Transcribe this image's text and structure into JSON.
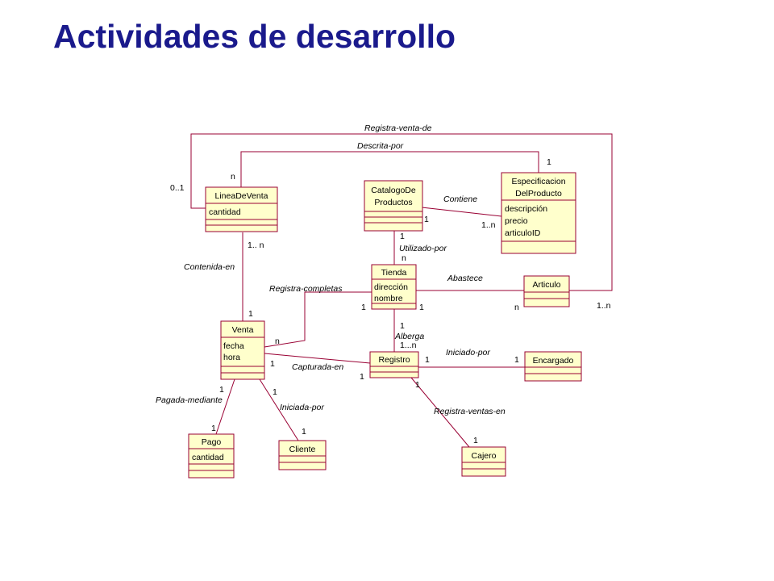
{
  "title": "Actividades de desarrollo",
  "classes": {
    "linea": {
      "name": "LineaDeVenta",
      "attrs": [
        "cantidad"
      ]
    },
    "catalogo": {
      "name_lines": [
        "CatalogoDe",
        "Productos"
      ]
    },
    "especificacion": {
      "name_lines": [
        "Especificacion",
        "DelProducto"
      ],
      "attrs": [
        "descripción",
        "precio",
        "articuloID"
      ]
    },
    "tienda": {
      "name": "Tienda",
      "attrs": [
        "dirección",
        "nombre"
      ]
    },
    "articulo": {
      "name": "Articulo"
    },
    "venta": {
      "name": "Venta",
      "attrs": [
        "fecha",
        "hora"
      ]
    },
    "registro": {
      "name": "Registro"
    },
    "encargado": {
      "name": "Encargado"
    },
    "pago": {
      "name": "Pago",
      "attrs": [
        "cantidad"
      ]
    },
    "cliente": {
      "name": "Cliente"
    },
    "cajero": {
      "name": "Cajero"
    }
  },
  "associations": {
    "registra_venta_de": {
      "label": "Registra-venta-de",
      "mult_a": "0..1",
      "mult_b": "1..n"
    },
    "descrita_por": {
      "label": "Descrita-por",
      "mult_a": "n",
      "mult_b": "1"
    },
    "contiene": {
      "label": "Contiene",
      "mult_a": "1",
      "mult_b": "1..n"
    },
    "utilizado_por": {
      "label": "Utilizado-por",
      "mult_a": "1",
      "mult_b": "n"
    },
    "contenida_en": {
      "label": "Contenida-en",
      "mult_a": "1.. n",
      "mult_b": "1"
    },
    "registra_completas": {
      "label": "Registra-completas",
      "mult_a": "1",
      "mult_b": "n"
    },
    "abastece": {
      "label": "Abastece",
      "mult_a": "1",
      "mult_b": "n"
    },
    "alberga": {
      "label": "Alberga",
      "mult_a": "1",
      "mult_b": "1...n"
    },
    "capturada_en": {
      "label": "Capturada-en",
      "mult_a": "1",
      "mult_b": "1"
    },
    "iniciado_por": {
      "label": "Iniciado-por",
      "mult_a": "1",
      "mult_b": "1"
    },
    "pagada_mediante": {
      "label": "Pagada-mediante",
      "mult_a": "1",
      "mult_b": "1"
    },
    "iniciada_por": {
      "label": "Iniciada-por",
      "mult_a": "1",
      "mult_b": "1"
    },
    "registra_ventas_en": {
      "label": "Registra-ventas-en",
      "mult_a": "1",
      "mult_b": "1"
    }
  }
}
